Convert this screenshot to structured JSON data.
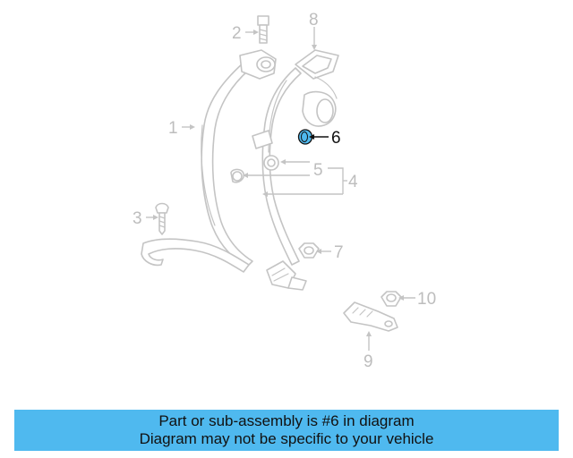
{
  "diagram": {
    "callouts": [
      {
        "id": "1",
        "label": "1"
      },
      {
        "id": "2",
        "label": "2"
      },
      {
        "id": "3",
        "label": "3"
      },
      {
        "id": "4",
        "label": "4"
      },
      {
        "id": "5",
        "label": "5"
      },
      {
        "id": "6",
        "label": "6"
      },
      {
        "id": "7",
        "label": "7"
      },
      {
        "id": "8",
        "label": "8"
      },
      {
        "id": "9",
        "label": "9"
      },
      {
        "id": "10",
        "label": "10"
      }
    ],
    "highlighted_part": "6",
    "colors": {
      "highlight_part": "#4fb9ef",
      "banner": "#4fb9ef",
      "line_art": "#c4c4c4",
      "active_text": "#111111"
    }
  },
  "caption": {
    "line1": "Part or sub-assembly is #6 in diagram",
    "line2": "Diagram may not be specific to your vehicle"
  }
}
